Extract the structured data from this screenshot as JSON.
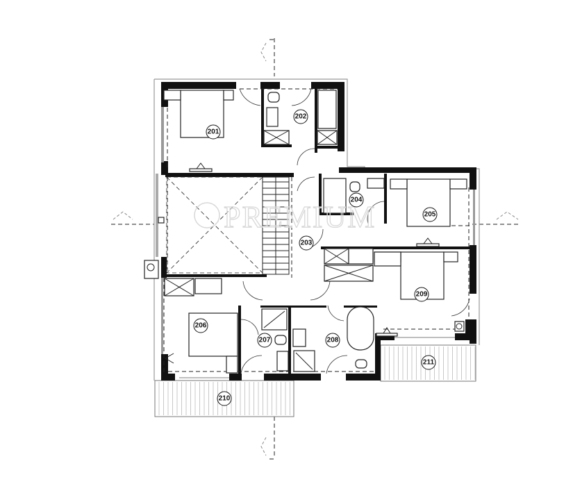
{
  "plan": {
    "type": "floor-plan",
    "watermark": "PREMIUM",
    "rooms": [
      {
        "id": "201",
        "label": "201",
        "type": "bedroom"
      },
      {
        "id": "202",
        "label": "202",
        "type": "bathroom"
      },
      {
        "id": "203",
        "label": "203",
        "type": "hallway"
      },
      {
        "id": "204",
        "label": "204",
        "type": "bathroom"
      },
      {
        "id": "205",
        "label": "205",
        "type": "bedroom"
      },
      {
        "id": "206",
        "label": "206",
        "type": "bedroom"
      },
      {
        "id": "207",
        "label": "207",
        "type": "bathroom"
      },
      {
        "id": "208",
        "label": "208",
        "type": "bathroom"
      },
      {
        "id": "209",
        "label": "209",
        "type": "bedroom"
      },
      {
        "id": "210",
        "label": "210",
        "type": "terrace"
      },
      {
        "id": "211",
        "label": "211",
        "type": "terrace"
      }
    ],
    "colors": {
      "wall": "#111111",
      "line": "#222222",
      "hatch": "#bbbbbb",
      "watermark": "#d8d8d8"
    }
  }
}
